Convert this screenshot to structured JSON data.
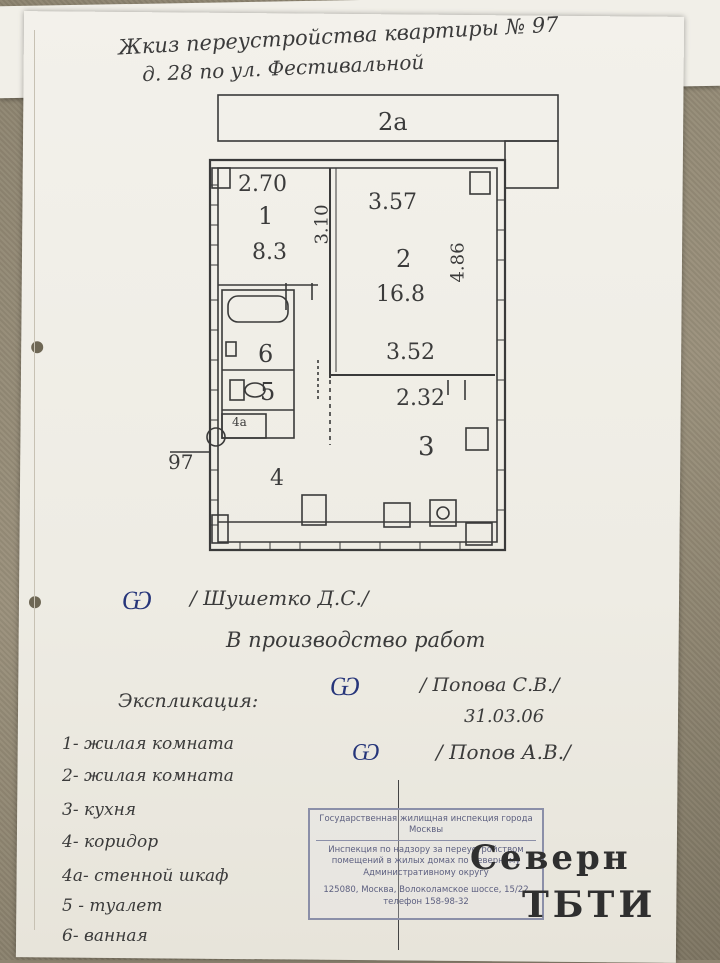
{
  "title": {
    "line1": "Жкиз переустройства квартиры № 97",
    "line2": "д. 28 по ул. Фестивальной"
  },
  "plan": {
    "balcony": "2а",
    "room1_width": "2.70",
    "room1_number": "1",
    "room1_area": "8.3",
    "room1_length": "3.10",
    "room2_width": "3.57",
    "room2_number": "2",
    "room2_area": "16.8",
    "room2_length": "4.86",
    "room2_bottom": "3.52",
    "kitchen_width": "2.32",
    "kitchen_number": "3",
    "bath_number": "6",
    "wc_number": "5",
    "closet_number": "4а",
    "corridor_number": "4",
    "apt_number": "97"
  },
  "signatures": {
    "sig1": "/ Шушетко Д.С./",
    "note": "В производство работ",
    "sig2": "/ Попова С.В./",
    "date": "31.03.06",
    "sig3": "/ Попов А.В./"
  },
  "explication": {
    "title": "Экспликация:",
    "items": [
      "1- жилая комната",
      "2- жилая комната",
      "3- кухня",
      "4- коридор",
      "4а- стенной шкаф",
      "5 - туалет",
      "6- ванная"
    ]
  },
  "stamp": {
    "line1": "Государственная жилищная инспекция города Москвы",
    "line2": "Инспекция по надзору за переустройством помещений в жилых домах по Северному Административному округу",
    "line3": "125080, Москва, Волоколамское шоссе, 15/22 телефон 158-98-32",
    "big1": "Северн",
    "big2": "ТБТИ"
  },
  "colors": {
    "ink_blue": "#26357a",
    "ink_gray": "#3b3b3b",
    "paper": "#f1efe8",
    "stamp": "#5d6080"
  }
}
